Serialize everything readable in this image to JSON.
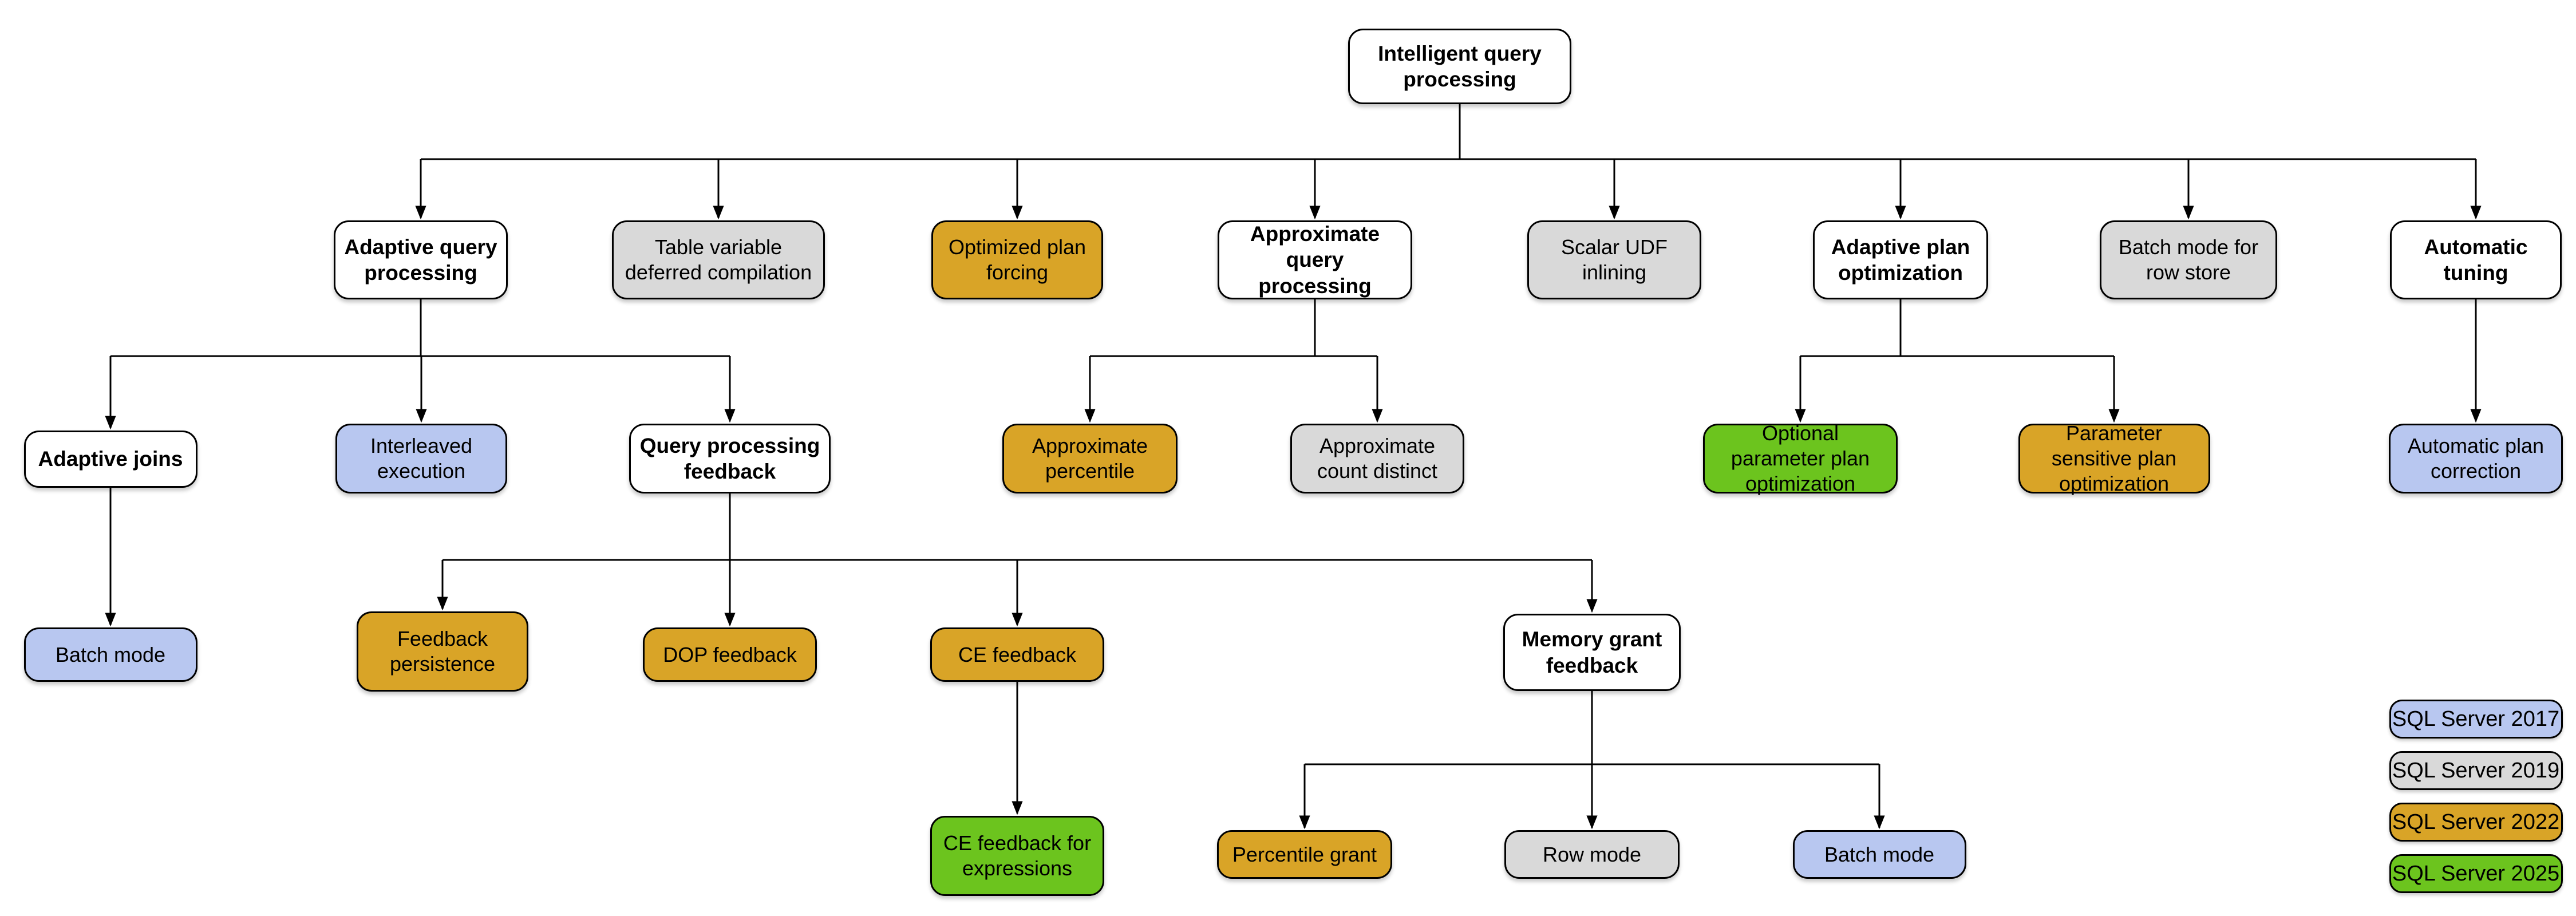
{
  "palette": {
    "root_fill": "#ffffff",
    "group_fill": "#ffffff",
    "sql2017_fill": "#b8c7f0",
    "sql2019_fill": "#d9d9d9",
    "sql2022_fill": "#d9a427",
    "sql2025_fill": "#6cc41e",
    "border": "#000000",
    "line": "#000000",
    "text": "#000000"
  },
  "nodes": [
    {
      "id": "iqp",
      "label": "Intelligent query processing",
      "category": "root",
      "parent": null
    },
    {
      "id": "aqp",
      "label": "Adaptive query processing",
      "category": "group",
      "parent": "iqp"
    },
    {
      "id": "tvdc",
      "label": "Table variable deferred compilation",
      "category": "sql2019",
      "parent": "iqp"
    },
    {
      "id": "opf",
      "label": "Optimized plan forcing",
      "category": "sql2022",
      "parent": "iqp"
    },
    {
      "id": "axqp",
      "label": "Approximate query processing",
      "category": "group",
      "parent": "iqp"
    },
    {
      "id": "sudf",
      "label": "Scalar UDF inlining",
      "category": "sql2019",
      "parent": "iqp"
    },
    {
      "id": "apo",
      "label": "Adaptive plan optimization",
      "category": "group",
      "parent": "iqp"
    },
    {
      "id": "bmrs",
      "label": "Batch mode for row store",
      "category": "sql2019",
      "parent": "iqp"
    },
    {
      "id": "at",
      "label": "Automatic tuning",
      "category": "group",
      "parent": "iqp"
    },
    {
      "id": "aj",
      "label": "Adaptive joins",
      "category": "group",
      "parent": "aqp"
    },
    {
      "id": "ie",
      "label": "Interleaved execution",
      "category": "sql2017",
      "parent": "aqp"
    },
    {
      "id": "qpf",
      "label": "Query processing feedback",
      "category": "group",
      "parent": "aqp"
    },
    {
      "id": "ap",
      "label": "Approximate percentile",
      "category": "sql2022",
      "parent": "axqp"
    },
    {
      "id": "acd",
      "label": "Approximate count distinct",
      "category": "sql2019",
      "parent": "axqp"
    },
    {
      "id": "oppo",
      "label": "Optional parameter plan optimization",
      "category": "sql2025",
      "parent": "apo"
    },
    {
      "id": "pspo",
      "label": "Parameter sensitive plan optimization",
      "category": "sql2022",
      "parent": "apo"
    },
    {
      "id": "apc",
      "label": "Automatic plan correction",
      "category": "sql2017",
      "parent": "at"
    },
    {
      "id": "bm1",
      "label": "Batch mode",
      "category": "sql2017",
      "parent": "aj"
    },
    {
      "id": "fp",
      "label": "Feedback persistence",
      "category": "sql2022",
      "parent": "qpf"
    },
    {
      "id": "dop",
      "label": "DOP feedback",
      "category": "sql2022",
      "parent": "qpf"
    },
    {
      "id": "cef",
      "label": "CE feedback",
      "category": "sql2022",
      "parent": "qpf"
    },
    {
      "id": "mgf",
      "label": "Memory grant feedback",
      "category": "group",
      "parent": "qpf"
    },
    {
      "id": "cefe",
      "label": "CE feedback for expressions",
      "category": "sql2025",
      "parent": "cef"
    },
    {
      "id": "pg",
      "label": "Percentile grant",
      "category": "sql2022",
      "parent": "mgf"
    },
    {
      "id": "rm",
      "label": "Row mode",
      "category": "sql2019",
      "parent": "mgf"
    },
    {
      "id": "bm2",
      "label": "Batch mode",
      "category": "sql2017",
      "parent": "mgf"
    }
  ],
  "legend": [
    {
      "label": "SQL Server 2017",
      "category": "sql2017"
    },
    {
      "label": "SQL Server 2019",
      "category": "sql2019"
    },
    {
      "label": "SQL Server 2022",
      "category": "sql2022"
    },
    {
      "label": "SQL Server 2025",
      "category": "sql2025"
    }
  ]
}
